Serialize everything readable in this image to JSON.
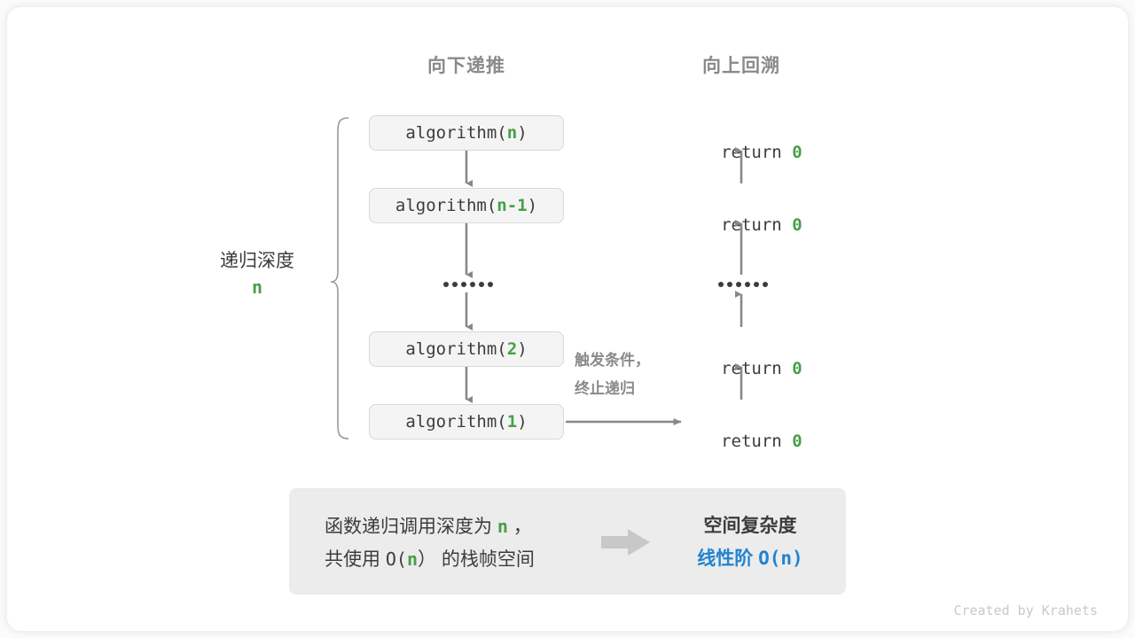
{
  "canvas": {
    "bg_color": "#fbfbfb",
    "card_color": "#ffffff"
  },
  "colors": {
    "accent_green": "#479e4a",
    "accent_blue": "#2084d0",
    "text_dark": "#3c3c3c",
    "text_muted": "#8a8a8a",
    "box_fill": "#f4f4f4",
    "box_border": "#d8d8d8",
    "arrow_gray": "#888888",
    "panel_fill": "#ececec",
    "block_arrow": "#c8c8c8",
    "credit_gray": "#c9c9c9"
  },
  "headers": {
    "down": "向下递推",
    "up": "向上回溯"
  },
  "depth_label": {
    "text": "递归深度",
    "variable": "n"
  },
  "call_stack": [
    {
      "prefix": "algorithm(",
      "arg": "n",
      "suffix": ")"
    },
    {
      "prefix": "algorithm(",
      "arg": "n-1",
      "suffix": ")"
    },
    {
      "prefix": "algorithm(",
      "arg": "2",
      "suffix": ")"
    },
    {
      "prefix": "algorithm(",
      "arg": "1",
      "suffix": ")"
    }
  ],
  "returns": [
    {
      "keyword": "return ",
      "value": "0"
    },
    {
      "keyword": "return ",
      "value": "0"
    },
    {
      "keyword": "return ",
      "value": "0"
    },
    {
      "keyword": "return ",
      "value": "0"
    }
  ],
  "ellipsis": {
    "dot_count": 6
  },
  "trigger_note": {
    "line1": "触发条件，",
    "line2": "终止递归"
  },
  "summary": {
    "left_line1_a": "函数递归调用深度为 ",
    "left_line1_var": "n",
    "left_line1_b": " ，",
    "left_line2_a": "共使用 ",
    "left_line2_big_o": "O(",
    "left_line2_var": "n",
    "left_line2_close": "）",
    "left_line2_b": " 的栈帧空间",
    "arrow_icon": "block-arrow-right-icon",
    "right_title": "空间复杂度",
    "right_value_zh": "线性阶 ",
    "right_value_mono": "O(n)"
  },
  "credit": "Created by Krahets"
}
